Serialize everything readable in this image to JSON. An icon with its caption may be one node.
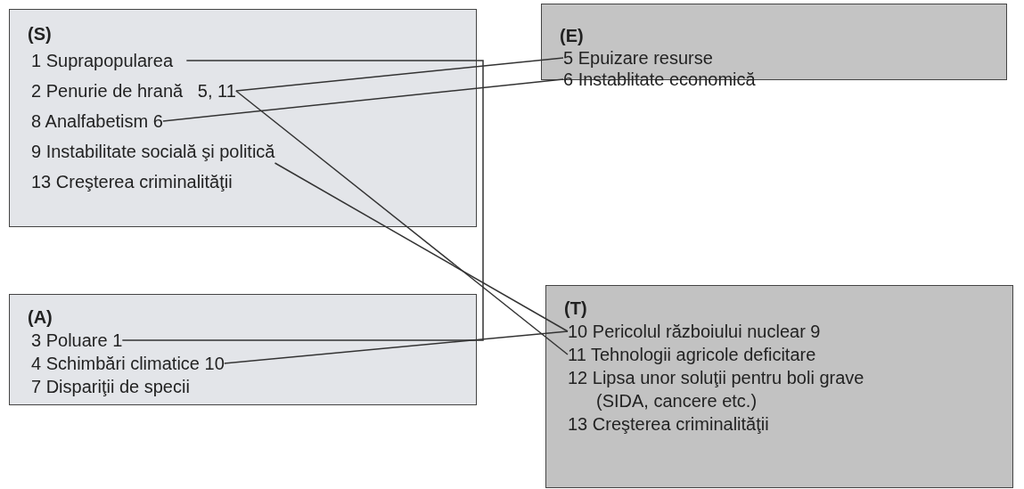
{
  "diagram": {
    "nodes": [
      {
        "text": [
          "(S)"
        ]
      },
      {
        "text": [
          "1 Suprapopularea"
        ],
        "in": 0
      },
      {
        "text": [
          "2 Penurie de hrană   5, 11"
        ],
        "in": 0
      },
      {
        "text": [
          "8 Analfabetism 6"
        ],
        "in": 0
      },
      {
        "text": [
          "9 Instabilitate socială şi politică"
        ],
        "in": 0
      },
      {
        "text": [
          "13 Creşterea criminalităţii"
        ],
        "in": 0
      },
      {
        "text": [
          "(E)"
        ]
      },
      {
        "text": [
          "5 Epuizare resurse"
        ],
        "in": 6
      },
      {
        "text": [
          "6 Instablitate economică"
        ],
        "in": 6
      },
      {
        "text": [
          "(A)"
        ]
      },
      {
        "text": [
          "3 Poluare 1"
        ],
        "in": 9
      },
      {
        "text": [
          "4 Schimbări climatice 10"
        ],
        "in": 9
      },
      {
        "text": [
          "7 Dispariţii de specii"
        ],
        "in": 9
      },
      {
        "text": [
          "(T)"
        ]
      },
      {
        "text": [
          "10 Pericolul războiului nuclear 9"
        ],
        "in": 13
      },
      {
        "text": [
          "11 Tehnologii agricole deficitare"
        ],
        "in": 13
      },
      {
        "text": [
          "12 Lipsa unor soluţii pentru boli grave (SIDA, cancere etc.)"
        ],
        "in": 13
      },
      {
        "text": [
          "13 Creşterea criminalităţii"
        ],
        "in": 13
      }
    ],
    "edges": [
      {
        "from": 1,
        "to": 10,
        "arrow": "none"
      },
      {
        "from": 2,
        "to": 7,
        "arrow": "none"
      },
      {
        "from": 3,
        "to": 8,
        "arrow": "none"
      },
      {
        "from": 2,
        "to": 15,
        "arrow": "none"
      },
      {
        "from": 4,
        "to": 14,
        "arrow": "none"
      },
      {
        "from": 11,
        "to": 14,
        "arrow": "none"
      }
    ]
  }
}
